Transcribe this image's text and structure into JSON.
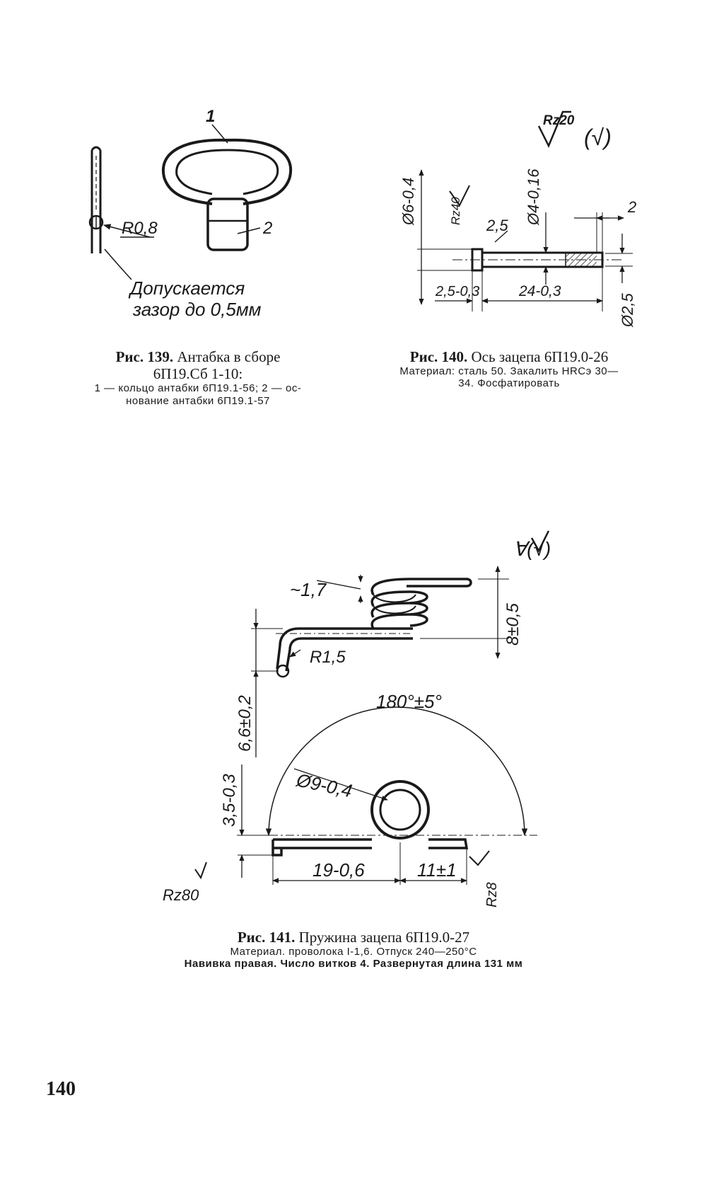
{
  "fig139": {
    "callout_1": "1",
    "callout_2": "2",
    "radius": "R0,8",
    "note_line1": "Допускается",
    "note_line2": "зазор до 0,5мм",
    "caption_label": "Рис.",
    "caption_num": "139.",
    "caption_title": "Антабка в сборе",
    "caption_title2": "6П19.Сб 1-10:",
    "caption_note1": "1 — кольцо антабки 6П19.1-56; 2 — ос-",
    "caption_note2": "нование антабки 6П19.1-57"
  },
  "fig140": {
    "roughness_main": "Rz20",
    "roughness_rest": "(√)",
    "dim_d6": "Ø6-0,4",
    "rz40": "Rz40",
    "dim_d4": "Ø4-0,16",
    "dim_2_5_chamfer": "2,5",
    "dim_2": "2",
    "dim_2_5_head": "2,5-0,3",
    "dim_24": "24-0,3",
    "dim_d2_5": "Ø2,5",
    "caption_label": "Рис.",
    "caption_num": "140.",
    "caption_title": "Ось зацепа 6П19.0-26",
    "caption_note1": "Материал: сталь 50. Закалить HRCэ 30—",
    "caption_note2": "34. Фосфатировать"
  },
  "fig141": {
    "roughness_rest": "∀(√)",
    "dim_1_7": "~1,7",
    "dim_8": "8±0,5",
    "radius": "R1,5",
    "dim_6_6": "6,6±0,2",
    "angle": "180°±5°",
    "dim_d9": "Ø9-0,4",
    "dim_3_5": "3,5-0,3",
    "dim_19": "19-0,6",
    "dim_11": "11±1",
    "rz80": "Rz80",
    "rz8": "Rz8",
    "caption_label": "Рис.",
    "caption_num": "141.",
    "caption_title": "Пружина зацепа 6П19.0-27",
    "caption_note1": "Материал. проволока I-1,6. Отпуск 240—250°С",
    "caption_note2": "Навивка правая. Число витков 4. Развернутая длина 131 мм"
  },
  "page_number": "140"
}
